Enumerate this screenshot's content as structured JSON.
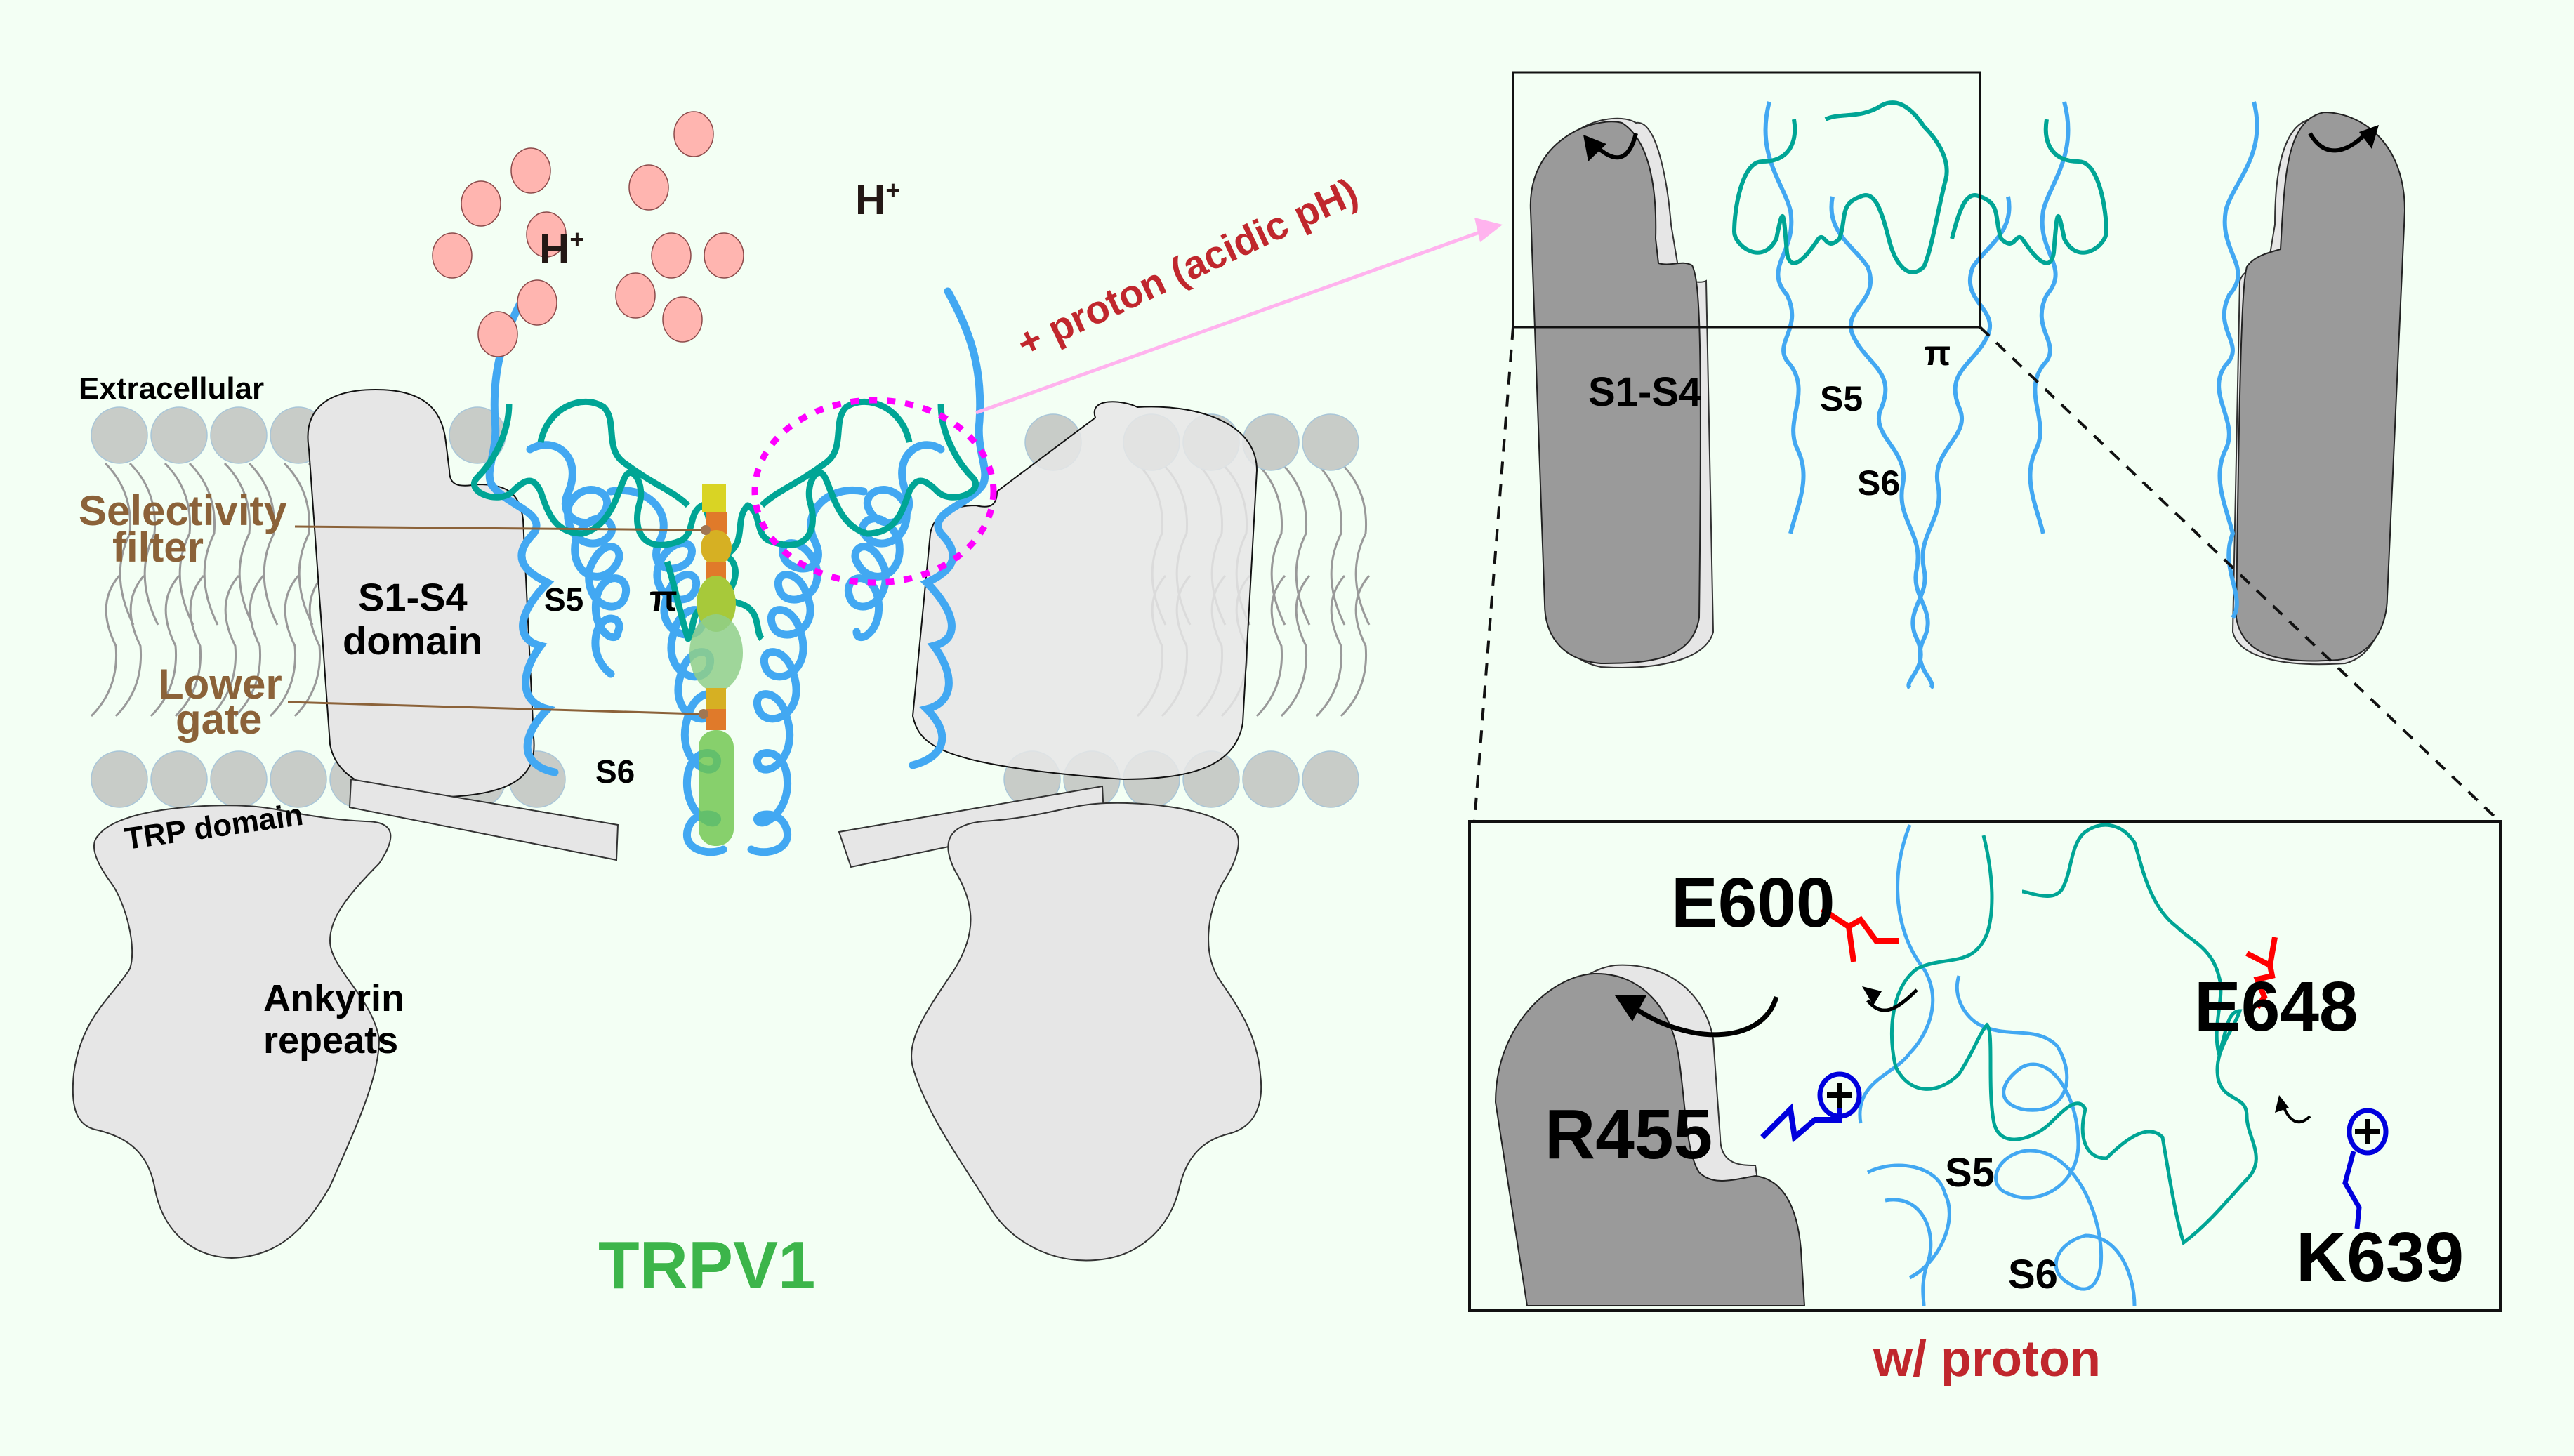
{
  "figure": {
    "title": "TRPV1",
    "colors": {
      "background": "#f3fff4",
      "title_green": "#3cb54a",
      "label_brown": "#8b6239",
      "proton_red": "#c0272d",
      "proton_pink": "#ffb5b0",
      "helix_blue": "#42a8f2",
      "loop_teal": "#00a595",
      "domain_gray": "#e6e6e6",
      "domain_dark": "#9a9a9a",
      "lipid_head": "#c8ccc8",
      "dotted_magenta": "#ff00ff",
      "arrow_pink": "#ffb3ee",
      "glutamate_red": "#ff0000",
      "basic_blue": "#0000dd"
    }
  },
  "left_panel": {
    "membrane_label": "Extracellular",
    "proton_labels": [
      "H",
      "H"
    ],
    "proton_superscript": "+",
    "selectivity_filter_label": [
      "Selectivity",
      "filter"
    ],
    "lower_gate_label": [
      "Lower",
      "gate"
    ],
    "vsld_label": [
      "S1-S4",
      "domain"
    ],
    "s5_label": "S5",
    "s6_label": "S6",
    "pi_label": "π",
    "trp_domain_label": "TRP domain",
    "ankyrin_label": [
      "Ankyrin",
      "repeats"
    ],
    "title": "TRPV1"
  },
  "arrow": {
    "label": "+ proton (acidic pH)"
  },
  "top_right_panel": {
    "vsld_label": "S1-S4",
    "s5_label": "S5",
    "s6_label": "S6",
    "pi_label": "π"
  },
  "inset_panel": {
    "residues": {
      "e600": "E600",
      "e648": "E648",
      "r455": "R455",
      "k639": "K639"
    },
    "s5_label": "S5",
    "s6_label": "S6",
    "caption": "w/ proton"
  }
}
